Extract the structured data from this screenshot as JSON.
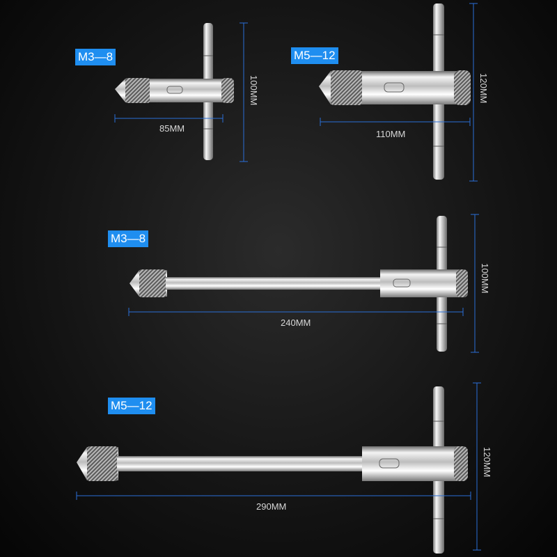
{
  "colors": {
    "badge": "#1f8ef0",
    "dimension_line": "#2a6fd8",
    "background": "#151515"
  },
  "tools": [
    {
      "size_label": "M3—8",
      "length_label": "85MM",
      "height_label": "100MM"
    },
    {
      "size_label": "M5—12",
      "length_label": "110MM",
      "height_label": "120MM"
    },
    {
      "size_label": "M3—8",
      "length_label": "240MM",
      "height_label": "100MM"
    },
    {
      "size_label": "M5—12",
      "length_label": "290MM",
      "height_label": "120MM"
    }
  ]
}
